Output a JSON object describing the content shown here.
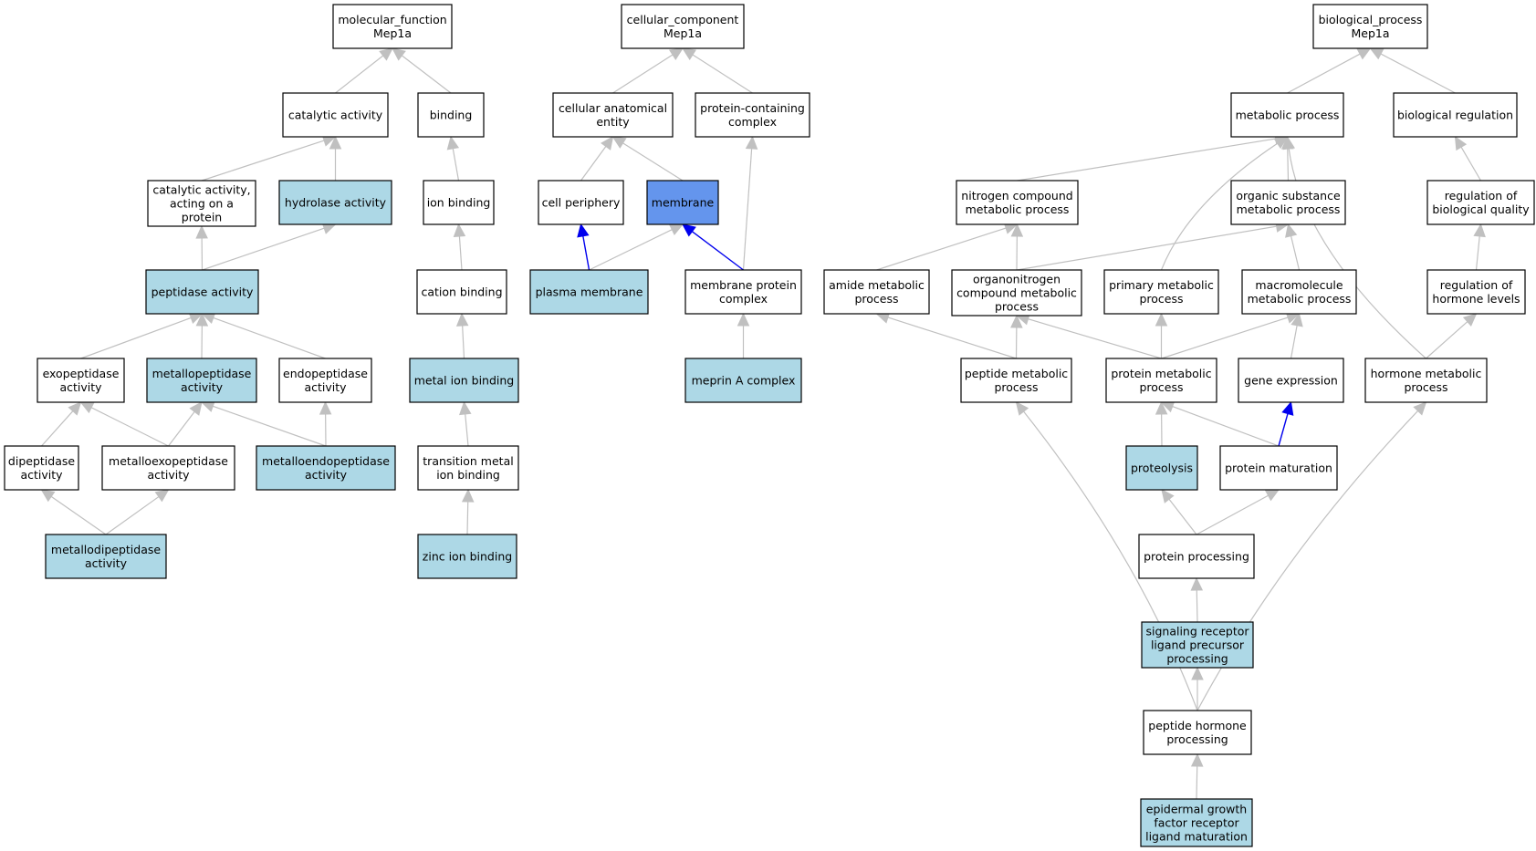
{
  "colors": {
    "default_fill": "#ffffff",
    "highlight_fill": "#add8e6",
    "focus_fill": "#6495ed",
    "gray_edge": "#c0c0c0",
    "blue_edge": "#0000ee",
    "border": "#000000"
  },
  "nodes": {
    "mf_root": {
      "lines": [
        "molecular_function",
        "Mep1a"
      ],
      "fill": "default"
    },
    "catalytic": {
      "lines": [
        "catalytic activity"
      ],
      "fill": "default"
    },
    "binding": {
      "lines": [
        "binding"
      ],
      "fill": "default"
    },
    "cat_protein": {
      "lines": [
        "catalytic activity,",
        "acting on a",
        "protein"
      ],
      "fill": "default"
    },
    "hydrolase": {
      "lines": [
        "hydrolase activity"
      ],
      "fill": "highlight"
    },
    "ion_binding": {
      "lines": [
        "ion binding"
      ],
      "fill": "default"
    },
    "peptidase": {
      "lines": [
        "peptidase activity"
      ],
      "fill": "highlight"
    },
    "cation": {
      "lines": [
        "cation binding"
      ],
      "fill": "default"
    },
    "exopeptidase": {
      "lines": [
        "exopeptidase",
        "activity"
      ],
      "fill": "default"
    },
    "metallopeptidase": {
      "lines": [
        "metallopeptidase",
        "activity"
      ],
      "fill": "highlight"
    },
    "endopeptidase": {
      "lines": [
        "endopeptidase",
        "activity"
      ],
      "fill": "default"
    },
    "metal_ion": {
      "lines": [
        "metal ion binding"
      ],
      "fill": "highlight"
    },
    "dipeptidase": {
      "lines": [
        "dipeptidase",
        "activity"
      ],
      "fill": "default"
    },
    "metalloexo": {
      "lines": [
        "metalloexopeptidase",
        "activity"
      ],
      "fill": "default"
    },
    "metalloendo": {
      "lines": [
        "metalloendopeptidase",
        "activity"
      ],
      "fill": "highlight"
    },
    "transition": {
      "lines": [
        "transition metal",
        "ion binding"
      ],
      "fill": "default"
    },
    "metallodi": {
      "lines": [
        "metallodipeptidase",
        "activity"
      ],
      "fill": "highlight"
    },
    "zinc": {
      "lines": [
        "zinc ion binding"
      ],
      "fill": "highlight"
    },
    "cc_root": {
      "lines": [
        "cellular_component",
        "Mep1a"
      ],
      "fill": "default"
    },
    "cae": {
      "lines": [
        "cellular anatomical",
        "entity"
      ],
      "fill": "default"
    },
    "pcc": {
      "lines": [
        "protein-containing",
        "complex"
      ],
      "fill": "default"
    },
    "periphery": {
      "lines": [
        "cell periphery"
      ],
      "fill": "default"
    },
    "membrane": {
      "lines": [
        "membrane"
      ],
      "fill": "focus"
    },
    "plasma": {
      "lines": [
        "plasma membrane"
      ],
      "fill": "highlight"
    },
    "mpc": {
      "lines": [
        "membrane protein",
        "complex"
      ],
      "fill": "default"
    },
    "meprin": {
      "lines": [
        "meprin A complex"
      ],
      "fill": "highlight"
    },
    "bp_root": {
      "lines": [
        "biological_process",
        "Mep1a"
      ],
      "fill": "default"
    },
    "metabolic": {
      "lines": [
        "metabolic process"
      ],
      "fill": "default"
    },
    "bioreg": {
      "lines": [
        "biological regulation"
      ],
      "fill": "default"
    },
    "ncmp": {
      "lines": [
        "nitrogen compound",
        "metabolic process"
      ],
      "fill": "default"
    },
    "osmp": {
      "lines": [
        "organic substance",
        "metabolic process"
      ],
      "fill": "default"
    },
    "regbq": {
      "lines": [
        "regulation of",
        "biological quality"
      ],
      "fill": "default"
    },
    "amide": {
      "lines": [
        "amide metabolic",
        "process"
      ],
      "fill": "default"
    },
    "oncmp": {
      "lines": [
        "organonitrogen",
        "compound metabolic",
        "process"
      ],
      "fill": "default"
    },
    "primary": {
      "lines": [
        "primary metabolic",
        "process"
      ],
      "fill": "default"
    },
    "macro": {
      "lines": [
        "macromolecule",
        "metabolic process"
      ],
      "fill": "default"
    },
    "reghl": {
      "lines": [
        "regulation of",
        "hormone levels"
      ],
      "fill": "default"
    },
    "pepmet": {
      "lines": [
        "peptide metabolic",
        "process"
      ],
      "fill": "default"
    },
    "protmet": {
      "lines": [
        "protein metabolic",
        "process"
      ],
      "fill": "default"
    },
    "geneexp": {
      "lines": [
        "gene expression"
      ],
      "fill": "default"
    },
    "hormet": {
      "lines": [
        "hormone metabolic",
        "process"
      ],
      "fill": "default"
    },
    "proteolysis": {
      "lines": [
        "proteolysis"
      ],
      "fill": "highlight"
    },
    "protmat": {
      "lines": [
        "protein maturation"
      ],
      "fill": "default"
    },
    "protproc": {
      "lines": [
        "protein processing"
      ],
      "fill": "default"
    },
    "srlpp": {
      "lines": [
        "signaling receptor",
        "ligand precursor",
        "processing"
      ],
      "fill": "highlight"
    },
    "php": {
      "lines": [
        "peptide hormone",
        "processing"
      ],
      "fill": "default"
    },
    "egfr": {
      "lines": [
        "epidermal growth",
        "factor receptor",
        "ligand maturation"
      ],
      "fill": "highlight"
    }
  },
  "edges": [
    {
      "from": "catalytic",
      "to": "mf_root",
      "color": "gray"
    },
    {
      "from": "binding",
      "to": "mf_root",
      "color": "gray"
    },
    {
      "from": "cat_protein",
      "to": "catalytic",
      "color": "gray"
    },
    {
      "from": "hydrolase",
      "to": "catalytic",
      "color": "gray"
    },
    {
      "from": "ion_binding",
      "to": "binding",
      "color": "gray"
    },
    {
      "from": "peptidase",
      "to": "cat_protein",
      "color": "gray"
    },
    {
      "from": "peptidase",
      "to": "hydrolase",
      "color": "gray"
    },
    {
      "from": "cation",
      "to": "ion_binding",
      "color": "gray"
    },
    {
      "from": "exopeptidase",
      "to": "peptidase",
      "color": "gray"
    },
    {
      "from": "metallopeptidase",
      "to": "peptidase",
      "color": "gray"
    },
    {
      "from": "endopeptidase",
      "to": "peptidase",
      "color": "gray"
    },
    {
      "from": "metal_ion",
      "to": "cation",
      "color": "gray"
    },
    {
      "from": "dipeptidase",
      "to": "exopeptidase",
      "color": "gray"
    },
    {
      "from": "metalloexo",
      "to": "exopeptidase",
      "color": "gray"
    },
    {
      "from": "metalloexo",
      "to": "metallopeptidase",
      "color": "gray"
    },
    {
      "from": "metalloendo",
      "to": "metallopeptidase",
      "color": "gray"
    },
    {
      "from": "metalloendo",
      "to": "endopeptidase",
      "color": "gray"
    },
    {
      "from": "transition",
      "to": "metal_ion",
      "color": "gray"
    },
    {
      "from": "metallodi",
      "to": "dipeptidase",
      "color": "gray"
    },
    {
      "from": "metallodi",
      "to": "metalloexo",
      "color": "gray"
    },
    {
      "from": "zinc",
      "to": "transition",
      "color": "gray"
    },
    {
      "from": "cae",
      "to": "cc_root",
      "color": "gray"
    },
    {
      "from": "pcc",
      "to": "cc_root",
      "color": "gray"
    },
    {
      "from": "periphery",
      "to": "cae",
      "color": "gray"
    },
    {
      "from": "membrane",
      "to": "cae",
      "color": "gray"
    },
    {
      "from": "plasma",
      "to": "periphery",
      "color": "blue"
    },
    {
      "from": "plasma",
      "to": "membrane",
      "color": "gray"
    },
    {
      "from": "mpc",
      "to": "membrane",
      "color": "blue"
    },
    {
      "from": "mpc",
      "to": "pcc",
      "color": "gray"
    },
    {
      "from": "meprin",
      "to": "mpc",
      "color": "gray"
    },
    {
      "from": "metabolic",
      "to": "bp_root",
      "color": "gray"
    },
    {
      "from": "bioreg",
      "to": "bp_root",
      "color": "gray"
    },
    {
      "from": "ncmp",
      "to": "metabolic",
      "color": "gray"
    },
    {
      "from": "osmp",
      "to": "metabolic",
      "color": "gray"
    },
    {
      "from": "primary",
      "to": "metabolic",
      "color": "gray",
      "curve": -40
    },
    {
      "from": "hormet",
      "to": "metabolic",
      "color": "gray",
      "curve": -60
    },
    {
      "from": "regbq",
      "to": "bioreg",
      "color": "gray"
    },
    {
      "from": "amide",
      "to": "ncmp",
      "color": "gray"
    },
    {
      "from": "oncmp",
      "to": "ncmp",
      "color": "gray"
    },
    {
      "from": "oncmp",
      "to": "osmp",
      "color": "gray"
    },
    {
      "from": "macro",
      "to": "osmp",
      "color": "gray"
    },
    {
      "from": "reghl",
      "to": "regbq",
      "color": "gray"
    },
    {
      "from": "pepmet",
      "to": "amide",
      "color": "gray"
    },
    {
      "from": "pepmet",
      "to": "oncmp",
      "color": "gray"
    },
    {
      "from": "protmet",
      "to": "oncmp",
      "color": "gray"
    },
    {
      "from": "protmet",
      "to": "primary",
      "color": "gray"
    },
    {
      "from": "protmet",
      "to": "macro",
      "color": "gray"
    },
    {
      "from": "geneexp",
      "to": "macro",
      "color": "gray"
    },
    {
      "from": "hormet",
      "to": "reghl",
      "color": "gray"
    },
    {
      "from": "proteolysis",
      "to": "protmet",
      "color": "gray"
    },
    {
      "from": "protmat",
      "to": "protmet",
      "color": "gray"
    },
    {
      "from": "protmat",
      "to": "geneexp",
      "color": "blue"
    },
    {
      "from": "protproc",
      "to": "proteolysis",
      "color": "gray"
    },
    {
      "from": "protproc",
      "to": "protmat",
      "color": "gray"
    },
    {
      "from": "srlpp",
      "to": "protproc",
      "color": "gray"
    },
    {
      "from": "php",
      "to": "srlpp",
      "color": "gray"
    },
    {
      "from": "php",
      "to": "pepmet",
      "color": "gray",
      "curve": 35
    },
    {
      "from": "php",
      "to": "hormet",
      "color": "gray",
      "curve": -35
    },
    {
      "from": "egfr",
      "to": "php",
      "color": "gray"
    }
  ]
}
